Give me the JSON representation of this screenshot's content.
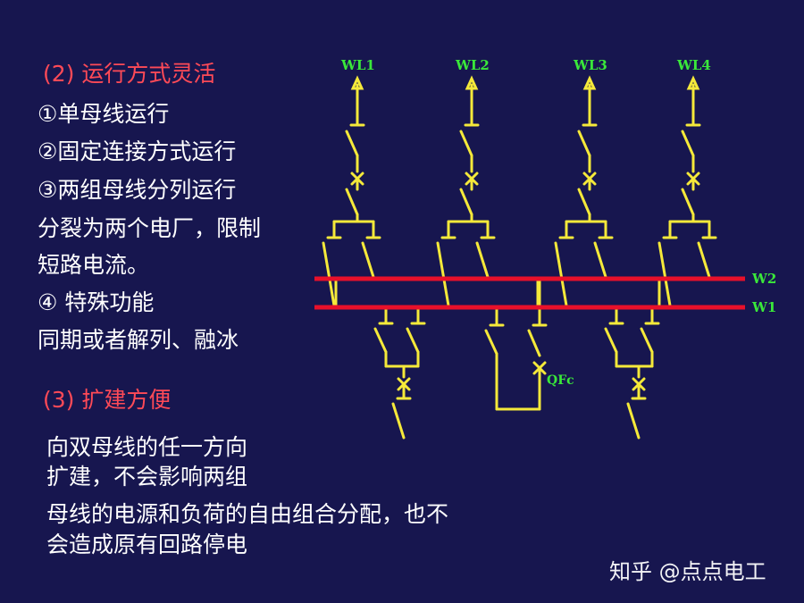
{
  "text": {
    "section2": "(2)  运行方式灵活",
    "item1": "①单母线运行",
    "item2": "②固定连接方式运行",
    "item3": "③两组母线分列运行",
    "split1": "分裂为两个电厂，限制",
    "split2": "短路电流。",
    "item4": "④  特殊功能",
    "sync": "同期或者解列、融冰",
    "section3": "(3) 扩建方便",
    "ext1": "向双母线的任一方向",
    "ext2": "扩建，不会影响两组",
    "ext3": "母线的电源和负荷的自由组合分配，也不",
    "ext4": "会造成原有回路停电"
  },
  "diagram": {
    "feeders": [
      "WL1",
      "WL2",
      "WL3",
      "WL4"
    ],
    "buses": [
      "W2",
      "W1"
    ],
    "coupler": "QFc"
  },
  "watermark": "知乎 @点点电工",
  "colors": {
    "background": "#17164f",
    "heading": "#ff4a57",
    "text": "#ffffff",
    "bus": "#e8102a",
    "wire": "#f5e93a",
    "label": "#3ae83a"
  }
}
